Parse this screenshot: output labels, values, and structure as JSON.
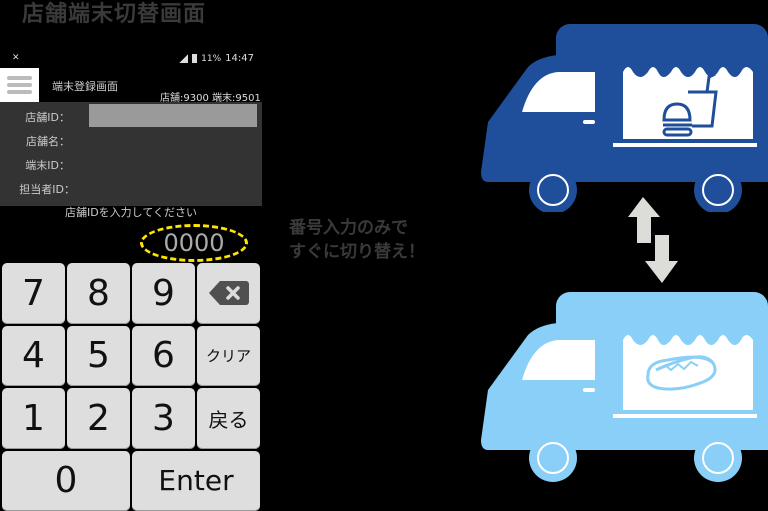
{
  "page_title": "店舗端末切替画面",
  "status_bar": {
    "left_icon": "close-icon",
    "battery_percent": "11%",
    "time": "14:47"
  },
  "app_bar": {
    "menu_icon": "hamburger-menu-icon",
    "screen_title": "端末登録画面",
    "ids": "店舗:9300 端末:9501"
  },
  "info_panel": {
    "rows": [
      {
        "label": "店舗ID：",
        "value": ""
      },
      {
        "label": "店舗名：",
        "value": ""
      },
      {
        "label": "端末ID：",
        "value": ""
      },
      {
        "label": "担当者ID：",
        "value": ""
      }
    ]
  },
  "input": {
    "prompt": "店舗IDを入力してください",
    "value": "0000",
    "highlight_color": "#ffe600"
  },
  "keypad": {
    "keys": [
      "7",
      "8",
      "9",
      "backspace",
      "4",
      "5",
      "6",
      "クリア",
      "1",
      "2",
      "3",
      "戻る",
      "0",
      "Enter"
    ]
  },
  "callout": {
    "line1": "番号入力のみで",
    "line2": "すぐに切り替え！"
  },
  "illustration": {
    "top_truck": {
      "color": "#1f4f9a",
      "sign": "burger-drink-icon"
    },
    "bottom_truck": {
      "color": "#8acff8",
      "sign": "hotdog-icon"
    },
    "arrows": {
      "color": "#dcdcd8",
      "icon": "swap-vertical-arrows-icon"
    }
  }
}
